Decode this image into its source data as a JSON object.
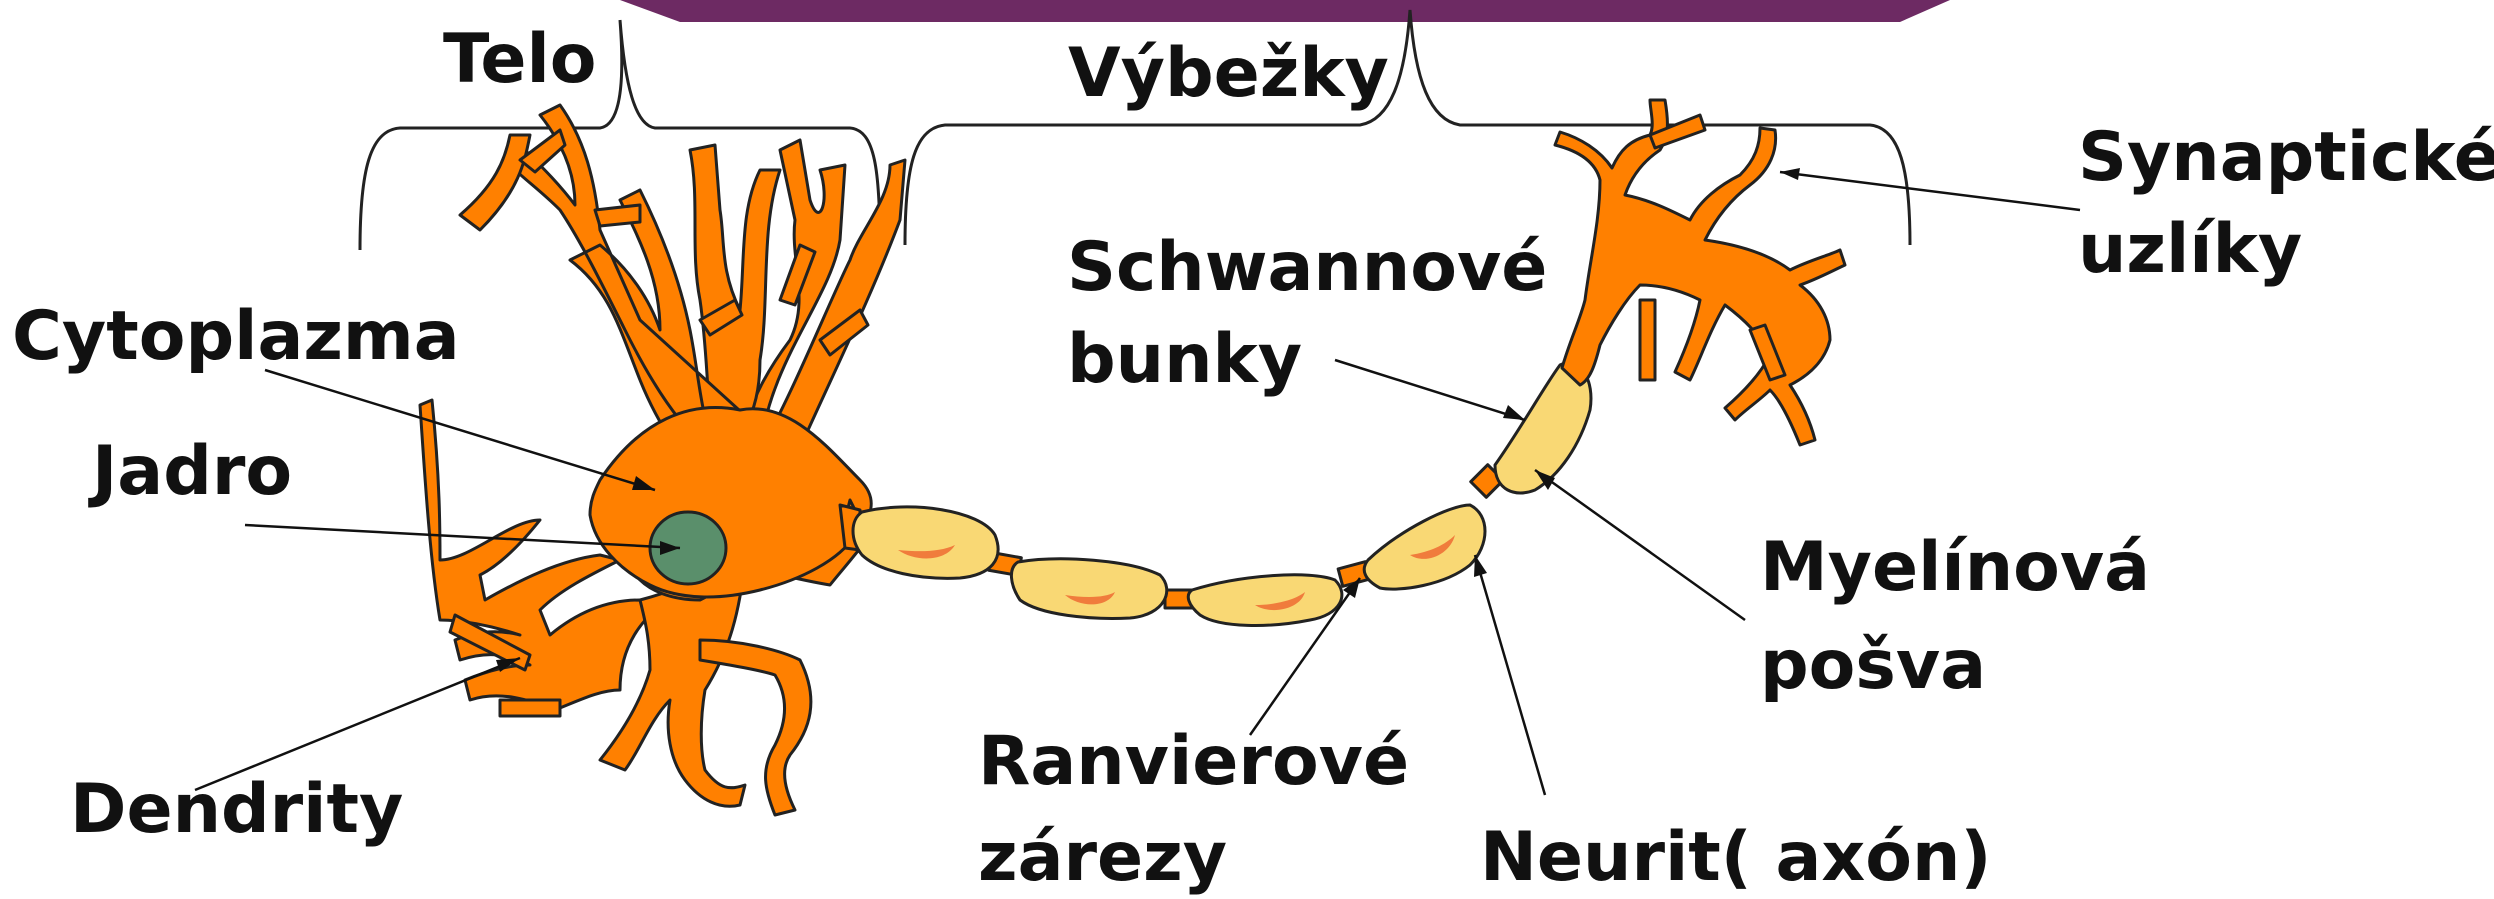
{
  "labels": {
    "telo": "Telo",
    "vybezky": "Výbežky",
    "synapticke_1": "Synaptické",
    "synapticke_2": "uzlíky",
    "schwannove_1": "Schwannové",
    "schwannove_2": "bunky",
    "cytoplazma": "Cytoplazma",
    "jadro": "Jadro",
    "myelinova_1": "Myelínová",
    "myelinova_2": "pošva",
    "ranvierove_1": "Ranvierové",
    "ranvierove_2": "zárezy",
    "dendrity": "Dendrity",
    "neurit": "Neurit( axón)"
  },
  "colors": {
    "neuron_body": "#ff8000",
    "outline": "#222222",
    "myelin": "#f9d874",
    "nucleus": "#5a8f6b",
    "schwann_nucleus": "#f07c3c",
    "header_bar": "#6d2a63"
  }
}
